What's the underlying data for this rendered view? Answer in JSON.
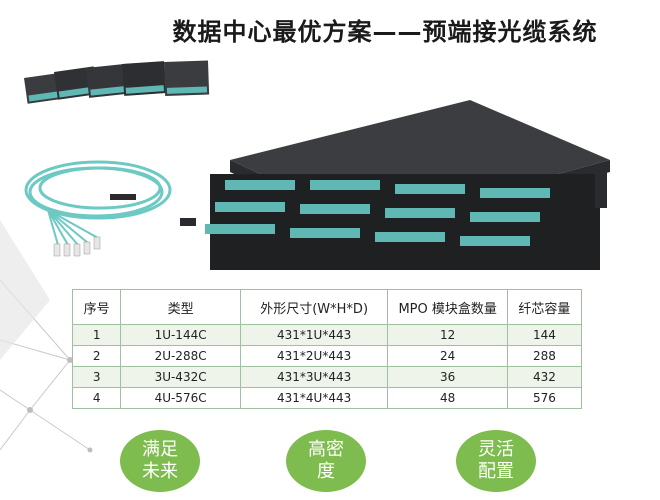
{
  "title": "数据中心最优方案——预端接光缆系统",
  "table": {
    "headers": [
      "序号",
      "类型",
      "外形尺寸(W*H*D)",
      "MPO 模块盒数量",
      "纤芯容量"
    ],
    "rows": [
      [
        "1",
        "1U-144C",
        "431*1U*443",
        "12",
        "144"
      ],
      [
        "2",
        "2U-288C",
        "431*2U*443",
        "24",
        "288"
      ],
      [
        "3",
        "3U-432C",
        "431*3U*443",
        "36",
        "432"
      ],
      [
        "4",
        "4U-576C",
        "431*4U*443",
        "48",
        "576"
      ]
    ]
  },
  "badges": [
    "满足未来",
    "高密度",
    "灵活配置"
  ],
  "colors": {
    "badge": "#7fbc50",
    "table_border": "#9fbfa0",
    "row_shade": "#eef4ea",
    "connector_aqua": "#5fb8b4",
    "enclosure": "#2e3033"
  },
  "images": [
    "mpo-cassette-modules",
    "mpo-fanout-cable-assembly",
    "rack-fiber-enclosure"
  ]
}
